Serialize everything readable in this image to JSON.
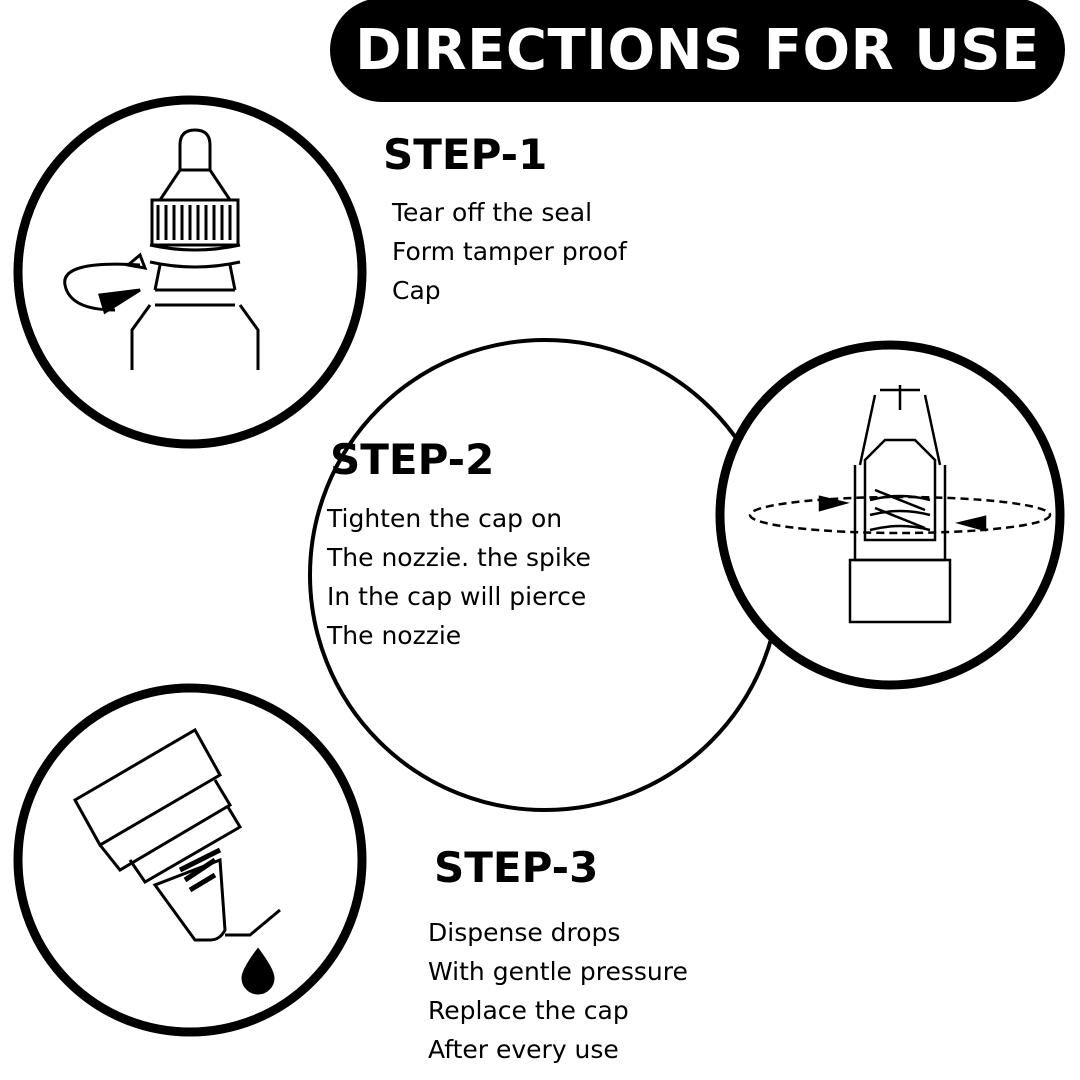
{
  "header": {
    "title": "DIRECTIONS FOR USE"
  },
  "steps": [
    {
      "title": "STEP-1",
      "lines": [
        "Tear off the seal",
        "Form tamper proof",
        "Cap"
      ]
    },
    {
      "title": "STEP-2",
      "lines": [
        "Tighten the cap on",
        "The nozzie. the spike",
        "In the cap will pierce",
        "The nozzie"
      ]
    },
    {
      "title": "STEP-3",
      "lines": [
        "Dispense drops",
        "With gentle pressure",
        "Replace the cap",
        "After every use"
      ]
    }
  ]
}
